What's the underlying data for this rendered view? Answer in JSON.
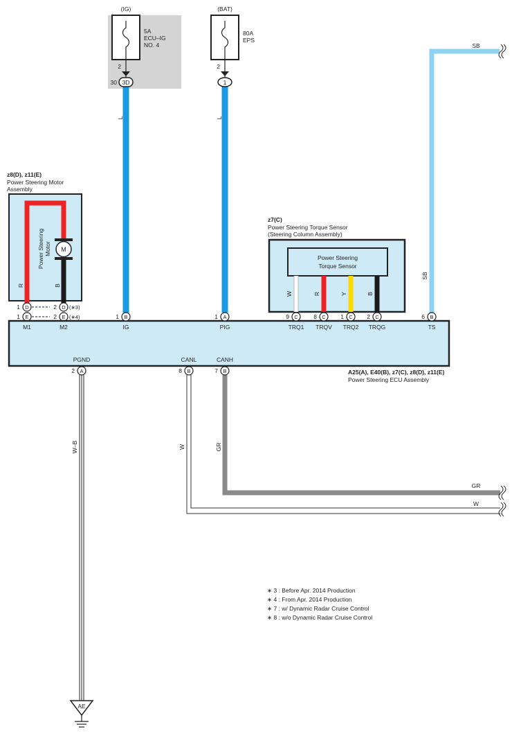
{
  "colors": {
    "wire_L": "#1a9ae0",
    "wire_SB": "#8fd3f3",
    "wire_R": "#ee2424",
    "wire_B": "#1a1a1a",
    "wire_W": "#ffffff",
    "wire_Y": "#ffd700",
    "wire_GR": "#8a8a8a",
    "component_fill": "#cdeaf6",
    "relay_box_fill": "#d4d4d4"
  },
  "fuse_ig": {
    "source": "(IG)",
    "rating": "5A",
    "name_line1": "ECU–IG",
    "name_line2": "NO. 4",
    "pin": "2",
    "connector_pin": "30",
    "connector": "3D"
  },
  "fuse_bat": {
    "source": "(BAT)",
    "rating": "80A",
    "name": "EPS",
    "pin": "2",
    "connector": "1"
  },
  "motor": {
    "code": "z8(D), z11(E)",
    "title_line1": "Power Steering Motor",
    "title_line2": "Assembly",
    "inner_line1": "Power Steering",
    "inner_line2": "Motor",
    "symbol": "M",
    "wire_left": "R",
    "wire_right": "B",
    "row1": {
      "pin_left": "1",
      "conn_left": "D",
      "pin_right": "2",
      "conn_right": "D",
      "note": "(∗3)"
    },
    "row2": {
      "pin_left": "1",
      "conn_left": "E",
      "pin_right": "2",
      "conn_right": "E",
      "note": "(∗4)"
    }
  },
  "torque_sensor": {
    "code": "z7(C)",
    "title_line1": "Power Steering Torque Sensor",
    "title_line2": "(Steering Column Assembly)",
    "inner_line1": "Power Steering",
    "inner_line2": "Torque Sensor",
    "wires": [
      "W",
      "R",
      "Y",
      "B"
    ]
  },
  "ecu": {
    "codes": "A25(A), E40(B), z7(C), z8(D), z11(E)",
    "name": "Power Steering ECU Assembly",
    "top_terminals": [
      {
        "name": "M1",
        "pin": "",
        "conn": ""
      },
      {
        "name": "M2",
        "pin": "",
        "conn": ""
      },
      {
        "name": "IG",
        "pin": "1",
        "conn": "B"
      },
      {
        "name": "PIG",
        "pin": "1",
        "conn": "A"
      },
      {
        "name": "TRQ1",
        "pin": "9",
        "conn": "C"
      },
      {
        "name": "TRQV",
        "pin": "8",
        "conn": "C"
      },
      {
        "name": "TRQ2",
        "pin": "1",
        "conn": "C"
      },
      {
        "name": "TRQG",
        "pin": "2",
        "conn": "C"
      },
      {
        "name": "TS",
        "pin": "6",
        "conn": "B"
      }
    ],
    "bottom_terminals": [
      {
        "name": "PGND",
        "pin": "2",
        "conn": "A"
      },
      {
        "name": "CANL",
        "pin": "8",
        "conn": "B"
      },
      {
        "name": "CANH",
        "pin": "7",
        "conn": "B"
      }
    ]
  },
  "wire_labels": {
    "ig": "L",
    "pig": "L",
    "ts_vertical": "SB",
    "ts_horizontal": "SB",
    "pgnd": "W–B",
    "canl_vertical": "W",
    "canl_horizontal": "W",
    "canh_vertical": "GR",
    "canh_horizontal": "GR"
  },
  "ground": {
    "label": "AE"
  },
  "notes": [
    "∗ 3 : Before Apr.  2014 Production",
    "∗ 4 : From Apr.  2014 Production",
    "∗ 7 : w/ Dynamic Radar Cruise Control",
    "∗ 8 : w/o Dynamic Radar Cruise Control"
  ]
}
